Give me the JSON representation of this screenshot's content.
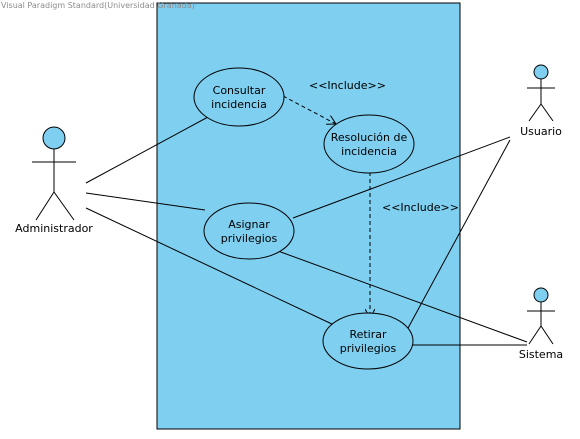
{
  "watermark": "Visual Paradigm Standard(Universidad Granada)",
  "colors": {
    "system_fill": "#7fcff0",
    "usecase_fill": "#7fcff0",
    "line": "#000000"
  },
  "actors": {
    "administrador": "Administrador",
    "usuario": "Usuario",
    "sistema": "Sistema"
  },
  "usecases": {
    "consultar": [
      "Consultar",
      "incidencia"
    ],
    "resolucion": [
      "Resolución de",
      "incidencia"
    ],
    "asignar": [
      "Asignar",
      "privilegios"
    ],
    "retirar": [
      "Retirar",
      "privilegios"
    ]
  },
  "relations": {
    "include_1": "<<Include>>",
    "include_2": "<<Include>>"
  }
}
